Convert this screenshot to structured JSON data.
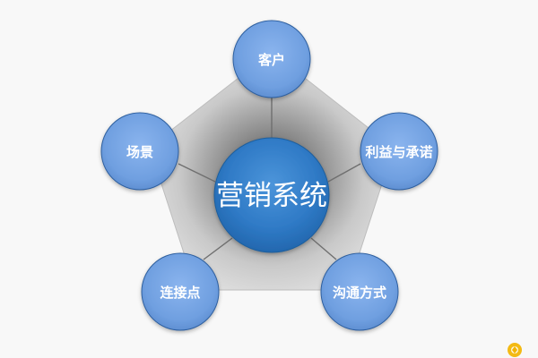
{
  "diagram": {
    "center": {
      "label": "营销系统"
    },
    "nodes": [
      {
        "id": "customer",
        "label": "客户"
      },
      {
        "id": "benefit",
        "label": "利益与承诺"
      },
      {
        "id": "communication",
        "label": "沟通方式"
      },
      {
        "id": "touchpoint",
        "label": "连接点"
      },
      {
        "id": "scene",
        "label": "场景"
      }
    ]
  },
  "colors": {
    "center_fill": "#2f7ac6",
    "node_fill": "#6f9fe0",
    "node_stroke": "#2d5f9f",
    "connector": "#6f6f6f",
    "pentagon_fill": "#c9c9c9",
    "background": "#f8f8f8"
  }
}
